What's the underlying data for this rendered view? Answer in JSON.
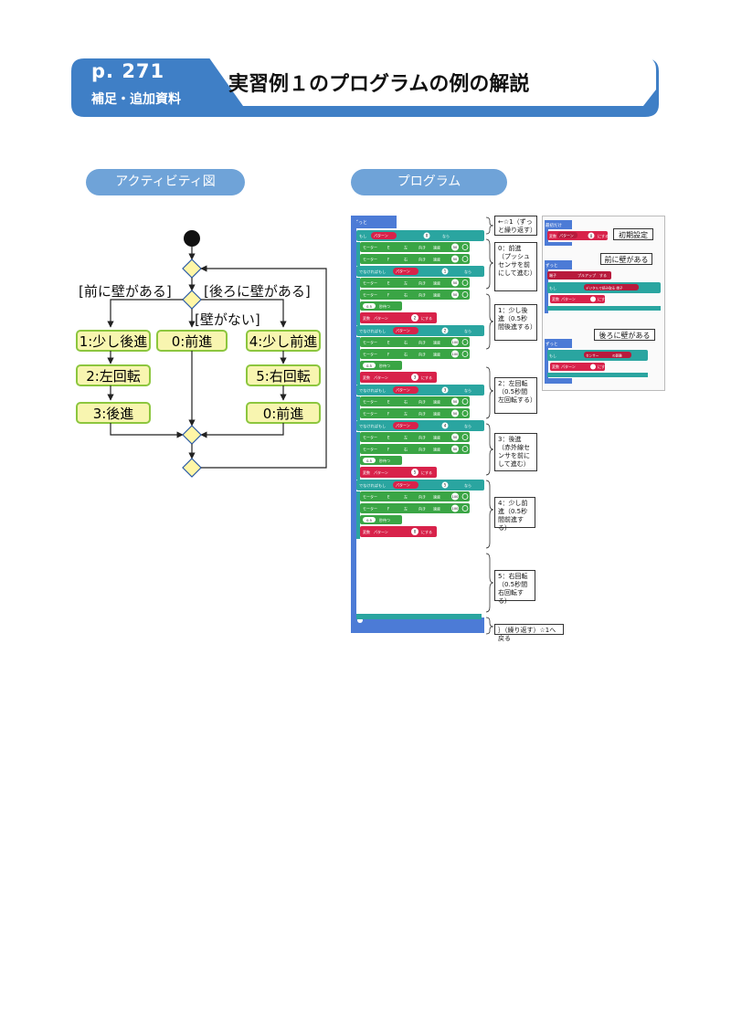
{
  "header": {
    "page": "p. 271",
    "subtitle": "補足・追加資料",
    "title": "実習例１のプログラムの例の解説"
  },
  "sections": {
    "activity": "アクティビティ図",
    "program": "プログラム"
  },
  "activity": {
    "guard_front": "[前に壁がある]",
    "guard_back": "[後ろに壁がある]",
    "guard_none": "[壁がない]",
    "left": [
      "1:少し後進",
      "2:左回転",
      "3:後進"
    ],
    "center": "0:前進",
    "right": [
      "4:少し前進",
      "5:右回転",
      "0:前進"
    ]
  },
  "program": {
    "forever": "ずっと",
    "if": "もし",
    "else_if": "でなければもし",
    "then": "なら",
    "variable": "パターン",
    "set_var": "変数",
    "set_to": "にする",
    "motor": "モーター",
    "direction": "向き",
    "speed": "速度",
    "wait": "秒待つ",
    "branches": [
      {
        "value": "0",
        "motors": [
          [
            "E",
            "左",
            "50"
          ],
          [
            "F",
            "右",
            "50"
          ]
        ],
        "wait": "",
        "set": ""
      },
      {
        "value": "1",
        "motors": [
          [
            "E",
            "左",
            "50"
          ],
          [
            "F",
            "右",
            "50"
          ]
        ],
        "wait": "0.5",
        "set": "2"
      },
      {
        "value": "2",
        "motors": [
          [
            "E",
            "右",
            "100"
          ],
          [
            "F",
            "右",
            "100"
          ]
        ],
        "wait": "0.5",
        "set": "3"
      },
      {
        "value": "3",
        "motors": [
          [
            "E",
            "右",
            "50"
          ],
          [
            "F",
            "左",
            "50"
          ]
        ],
        "wait": "",
        "set": ""
      },
      {
        "value": "4",
        "motors": [
          [
            "E",
            "左",
            "50"
          ],
          [
            "F",
            "右",
            "50"
          ]
        ],
        "wait": "0.5",
        "set": "5"
      },
      {
        "value": "5",
        "motors": [
          [
            "E",
            "左",
            "100"
          ],
          [
            "F",
            "左",
            "100"
          ]
        ],
        "wait": "0.5",
        "set": "0"
      }
    ],
    "notes": [
      "←☆1（ずっと繰り返す）",
      "0：前進（プッシュセンサを前にして進む）",
      "1：少し後進（0.5秒間後進する）",
      "2：左回転（0.5秒間左回転する）",
      "3：後進（赤外線センサを前にして進む）",
      "4：少し前進（0.5秒間前進する）",
      "5：右回転（0.5秒間右回転する）",
      "｝（繰り返す）☆1へ戻る"
    ],
    "side_labels": {
      "init": "初期設定",
      "front": "前に壁がある",
      "back": "後ろに壁がある"
    },
    "side": {
      "on_start": "最初だけ",
      "port": "端子",
      "pullup": "プルアップ",
      "do": "する",
      "digital": "デジタルで読み取る 端子",
      "sensor": "センサー",
      "distance": "の距離",
      "zero": "0"
    }
  },
  "colors": {
    "header_blue": "#3f7fc6",
    "pill_blue": "#6fa3d8",
    "diamond": "#fff6a6",
    "node_fill": "#f8f5b0",
    "node_border": "#8cc63e",
    "teal": "#2aa5a0",
    "green": "#3aa545",
    "red": "#d8224a",
    "blue_block": "#4c7bd6"
  }
}
